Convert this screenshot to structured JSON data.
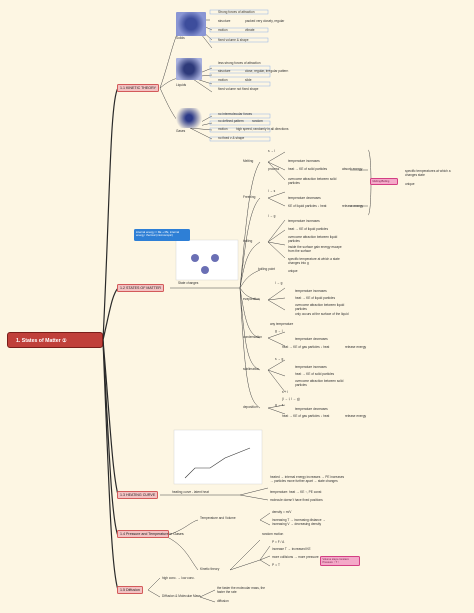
{
  "root": {
    "title": "1. States of Matter ①"
  },
  "sections": {
    "kinetic_theory": "1.1 KINETIC THEORY",
    "states_of_matter": "1.2 STATES OF MATTER",
    "heating_curve": "1.3 HEATING CURVE",
    "pressure_temp": "1.4 Pressure and Temperature in Gases",
    "diffusion": "1.5 Diffusion"
  },
  "kinetic": {
    "solid_label": "Solids",
    "solid_items": [
      "Strong forces of attraction",
      "structure",
      "packed very closely, regular",
      "motion",
      "vibrate",
      "fixed volume & shape"
    ],
    "liquid_label": "Liquids",
    "liquid_items": [
      "less strong forces of attraction",
      "structure",
      "close, regular, irregular pattern",
      "motion",
      "slide",
      "fixed volume not fixed shape"
    ],
    "gas_label": "Gases",
    "gas_items": [
      "no intermolecular forces",
      "no defined pattern",
      "random",
      "motion",
      "high speed, randomly in all directions",
      "no fixed v & shape"
    ]
  },
  "states": {
    "melting": "Melting",
    "freezing": "Freezing",
    "boiling": "boiling",
    "boiling_point": "boiling point",
    "evaporation": "evaporation",
    "condensation": "condensation",
    "sublimation": "sublimation",
    "deposition": "deposition",
    "process": "process",
    "state_changes": "State changes",
    "blue_note": "internal energy = KE + PE, internal energy: thermal (microscopic)",
    "labels": [
      "s → l",
      "temperature increases",
      "heat → KE of solid particles",
      "overcome attraction between solid particles",
      "absorb energy",
      "l → s",
      "temperature decreases",
      "KE of liquid particles ↓ heat",
      "release energy",
      "l → g",
      "temperature increases",
      "heat → KE of liquid particles",
      "overcome attraction between liquid particles",
      "inside the surface gain energy escape from the surface",
      "specific temperature at which a state changes into g",
      "unique",
      "l → g",
      "temperature increases",
      "heat → KE of liquid particles",
      "overcome attraction between liquid particles",
      "only occurs at the surface of the liquid",
      "any temperature",
      "g → l",
      "temperature decreases",
      "heat → KE of gas particles ↓ heat",
      "release energy",
      "s → g",
      "temperature increases",
      "heat → KE of solid particles",
      "overcome attraction between solid particles",
      "s + l",
      "(l → l, l → g)",
      "g → s",
      "temperature decreases",
      "heat → KE of gas particles ↓ heat",
      "release energy"
    ],
    "pink_note": "Melting/Boiling",
    "pink_side": "specific temperatures at which a changes state",
    "unique": "unique"
  },
  "heating": {
    "latent_note": "heating curve - latent heat",
    "items": [
      "heated → internal energy increases → PE increases → particles move further apart → state changes",
      "temperature: heat → KE ↑, PE const",
      "molecule doesn't have fixed positions"
    ]
  },
  "pressure": {
    "kinetic_theory": "Kinetic theory",
    "temp_volume": "Temperature and Volume",
    "items": [
      "density = m/V",
      "increasing T → increasing distance → increasing V → decreasing density",
      "random motion",
      "P = F / A",
      "increase T → increased KE",
      "more collisions → more pressure",
      "P ∝ T"
    ],
    "pink_note": "Volume stays constant. Pressure ↑ T ↑"
  },
  "diffusion": {
    "items": [
      "high conc. → low conc.",
      "Diffusion & Molecular Mass",
      "the faster the molecular mass, the faster the rate",
      "diffusion"
    ]
  }
}
